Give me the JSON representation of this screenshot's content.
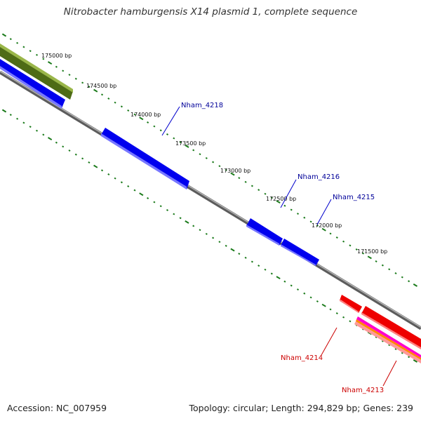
{
  "title": "Nitrobacter hamburgensis X14 plasmid 1, complete sequence",
  "footer": {
    "accession": "Accession: NC_007959",
    "topology": "Topology: circular; Length: 294,829 bp; Genes: 239"
  },
  "colors": {
    "forward_gene": "#ff0000",
    "reverse_gene": "#0000ff",
    "olive_feature": "#6b8e23",
    "backbone": "#888888",
    "ticks": "#1a7a1a",
    "forward_label": "#cc0000",
    "reverse_label": "#000099"
  },
  "ruler": [
    "175000 bp",
    "174500 bp",
    "174000 bp",
    "173500 bp",
    "173000 bp",
    "172500 bp",
    "172000 bp",
    "171500 bp"
  ],
  "genes": [
    {
      "name": "Nham_4218",
      "strand": "reverse"
    },
    {
      "name": "Nham_4216",
      "strand": "reverse"
    },
    {
      "name": "Nham_4215",
      "strand": "reverse"
    },
    {
      "name": "Nham_4214",
      "strand": "forward"
    },
    {
      "name": "Nham_4213",
      "strand": "forward"
    }
  ]
}
